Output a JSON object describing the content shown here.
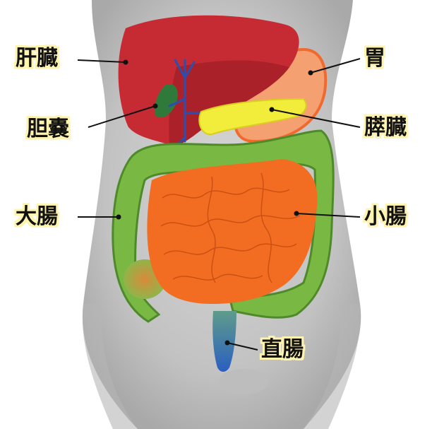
{
  "labels": {
    "liver": "肝臓",
    "gallbladder": "胆嚢",
    "large_intestine": "大腸",
    "stomach": "胃",
    "pancreas": "膵臓",
    "small_intestine": "小腸",
    "rectum": "直腸"
  },
  "colors": {
    "background": "#ffffff",
    "body_fur": "#c8c8c8",
    "liver": "#c62a33",
    "liver_dark": "#a01e27",
    "stomach": "#f4a070",
    "stomach_edge": "#f06a30",
    "pancreas": "#f2ec3a",
    "gallbladder": "#2f7a3a",
    "bile_duct": "#2a4fb0",
    "large_intestine": "#79b843",
    "large_intestine_dark": "#4e8a2a",
    "small_intestine": "#f26d21",
    "small_intestine_line": "#c24a10",
    "rectum": "#2f79a8",
    "label_halo": "#fff3b0",
    "label_text": "#111111",
    "leader_line": "#111111"
  }
}
